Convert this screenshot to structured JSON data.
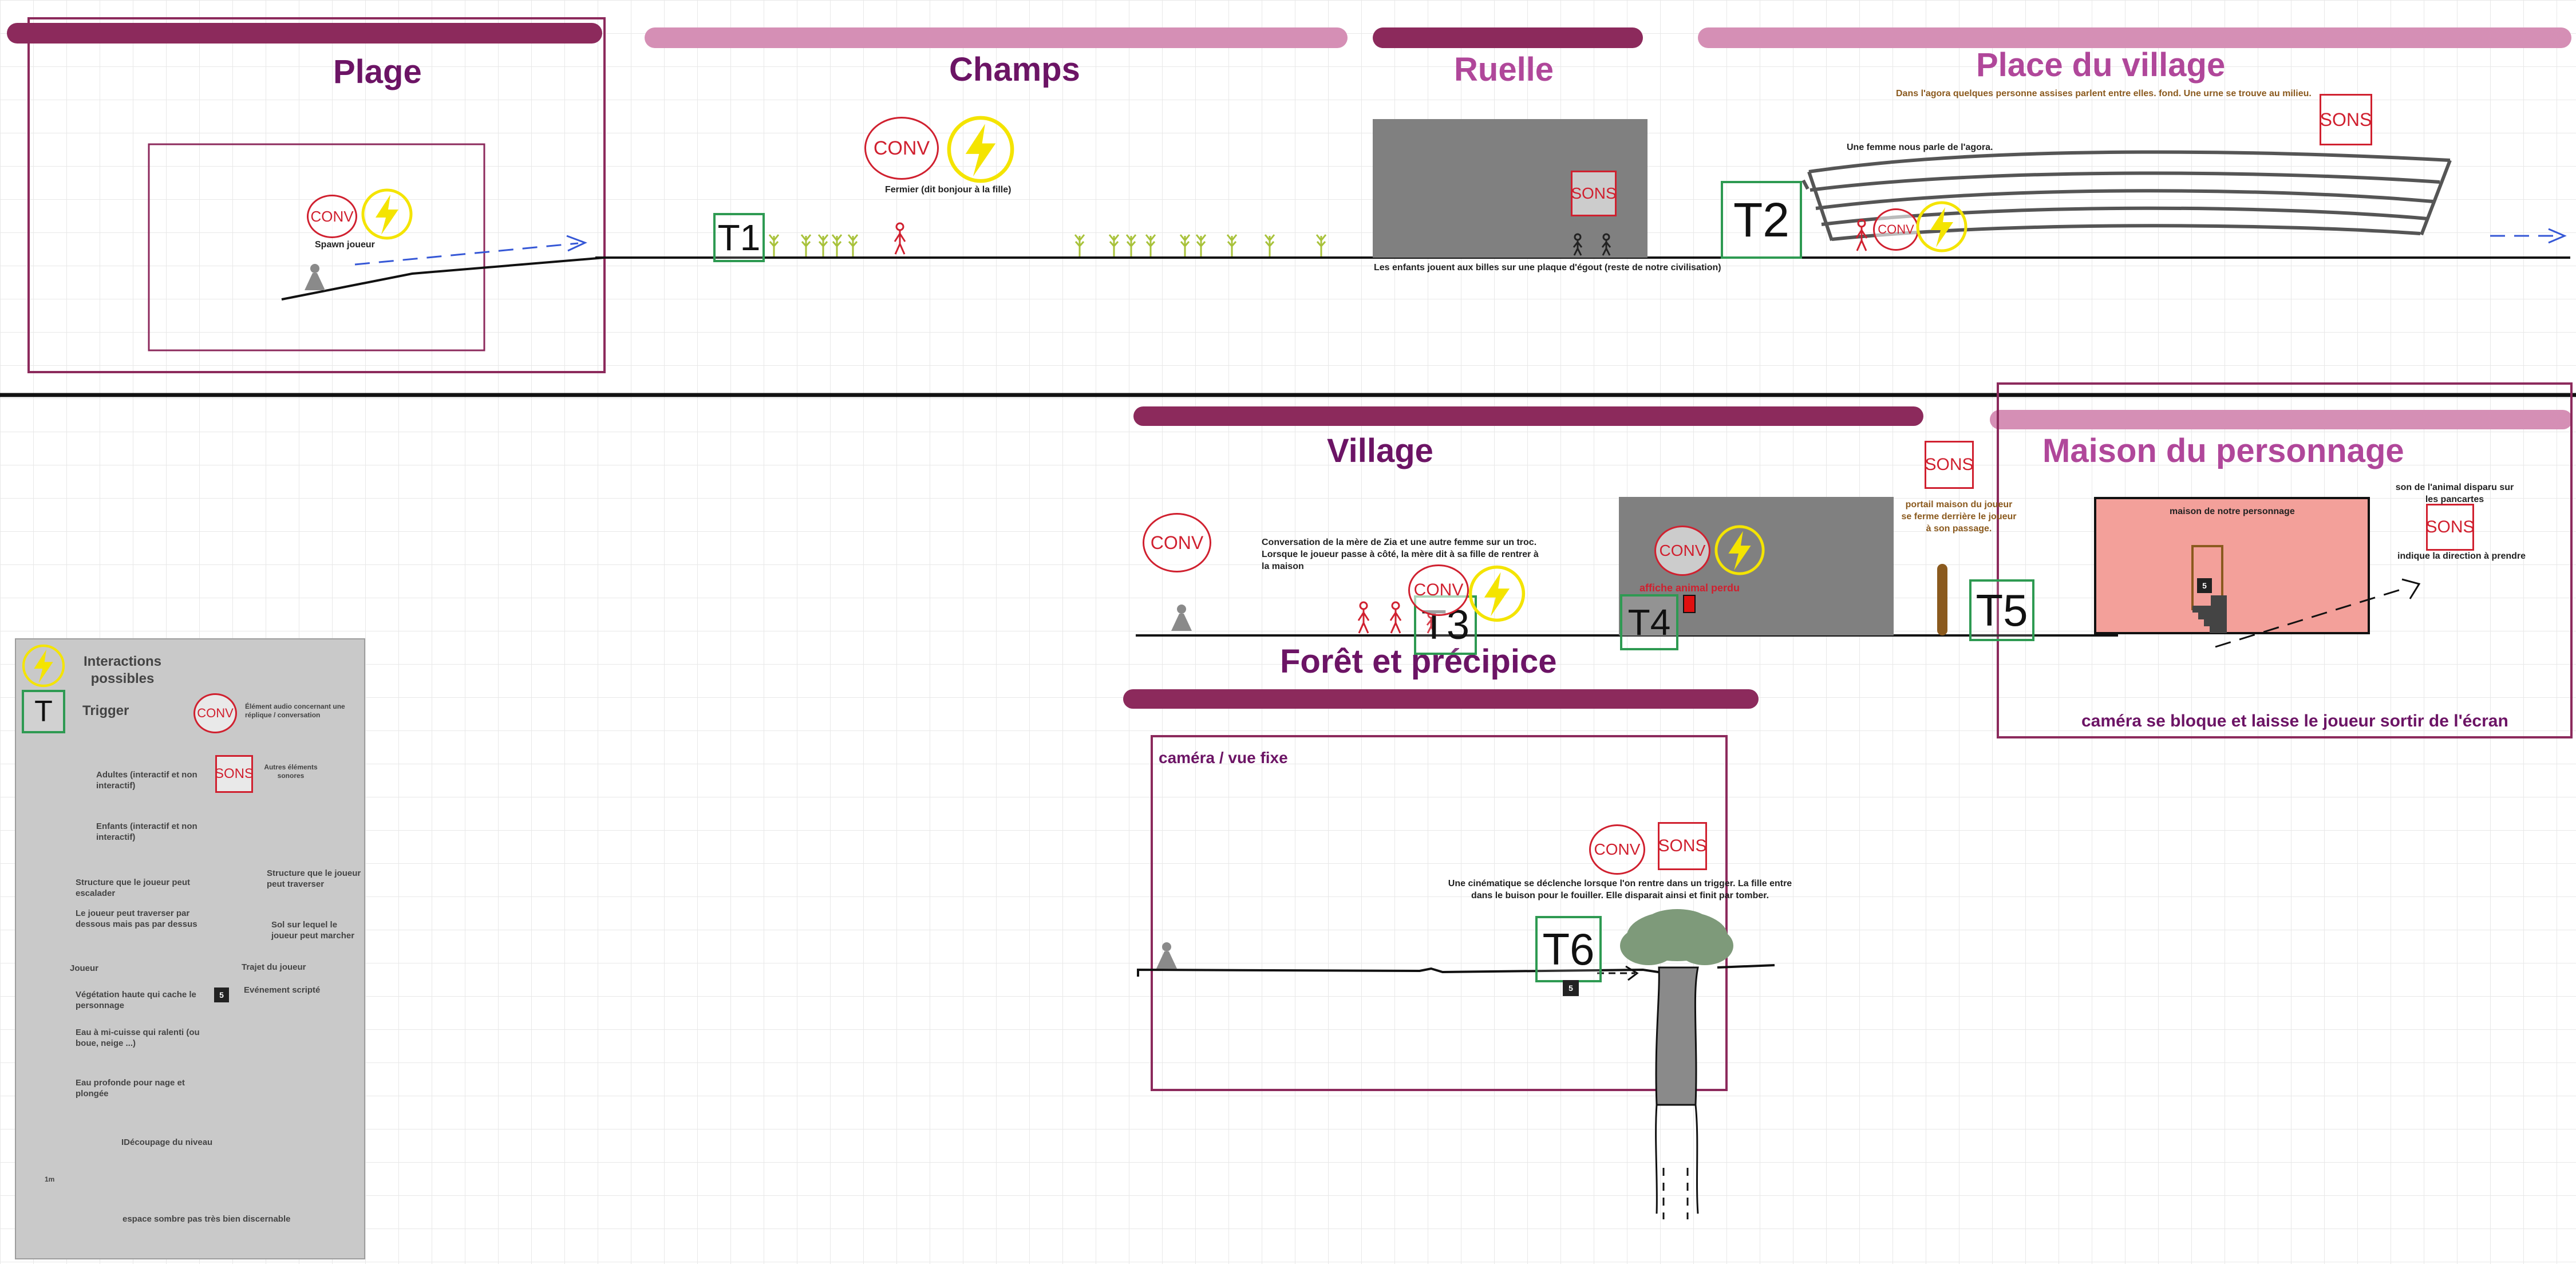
{
  "sections": {
    "plage": "Plage",
    "champs": "Champs",
    "ruelle": "Ruelle",
    "place": "Place du village",
    "village": "Village",
    "maison": "Maison du personnage",
    "foret": "Forêt et précipice"
  },
  "labels": {
    "conv": "CONV",
    "sons": "SONS",
    "script_number": "5",
    "spawn": "Spawn joueur",
    "fermier": "Fermier (dit bonjour à la fille)",
    "ruelle_note": "Les enfants jouent aux billes sur une plaque d'égout (reste de notre civilisation)",
    "agora_note": "Dans l'agora quelques personne assises parlent entre elles. fond. Une urne se trouve au milieu.",
    "femme_note": "Une femme nous parle de l'agora.",
    "village_note": "Conversation de la mère de Zia et une autre femme sur un troc. Lorsque le joueur passe à côté, la mère dit à sa fille de rentrer à la maison",
    "affiche": "affiche animal perdu",
    "portail": "portail maison du joueur se ferme derrière le joueur à son passage.",
    "maison_inner": "maison de notre personnage",
    "son_animal": "son de l'animal disparu sur les pancartes",
    "direction": "indique la direction à prendre",
    "camera_bloque": "caméra se bloque et laisse le joueur sortir de l'écran",
    "camera_fixe": "caméra / vue fixe",
    "cinematique": "Une cinématique se déclenche lorsque l'on rentre dans un trigger. La fille entre dans le buison pour le fouiller. Elle disparait ainsi et finit par tomber."
  },
  "triggers": [
    "T1",
    "T2",
    "T3",
    "T4",
    "T5",
    "T6"
  ],
  "legend": {
    "interactions": "Interactions possibles",
    "trigger_letter": "T",
    "trigger": "Trigger",
    "conv_desc": "Élément audio concernant une réplique / conversation",
    "adultes": "Adultes (interactif et non interactif)",
    "sons_desc": "Autres éléments sonores",
    "enfants": "Enfants (interactif et non interactif)",
    "escalader": "Structure que le joueur peut escalader",
    "traverser": "Structure que le joueur peut traverser",
    "dessous": "Le joueur peut traverser par dessous mais pas par dessus",
    "sol": "Sol sur lequel le joueur peut marcher",
    "joueur": "Joueur",
    "trajet": "Trajet du joueur",
    "vegetation": "Végétation haute qui cache le personnage",
    "evenement": "Evénement scripté",
    "eau_mi": "Eau à mi-cuisse qui ralenti (ou boue, neige ...)",
    "eau_prof": "Eau profonde pour nage et plongée",
    "decoupage": "IDécoupage du niveau",
    "scale": "1m",
    "sombre": "espace sombre pas très bien discernable"
  },
  "colors": {
    "section_dark": "#8c2a5c",
    "section_light": "#d58fb5",
    "title_dark": "#6c1465",
    "title_light": "#b0479a",
    "red": "#d0202f",
    "yellow": "#f4e400",
    "trigger_green": "#2e9a52",
    "blue_path": "#3557d6"
  }
}
